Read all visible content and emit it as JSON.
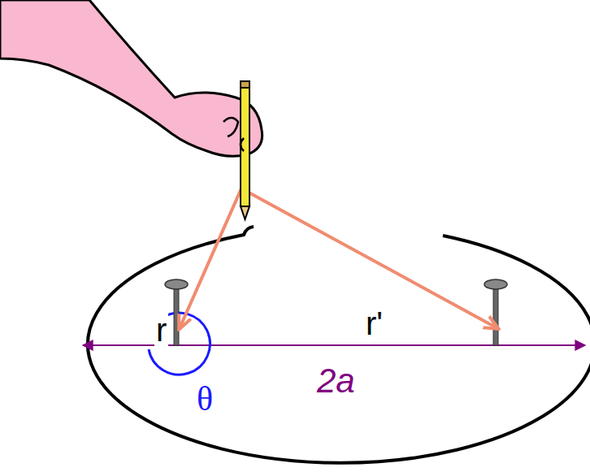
{
  "diagram": {
    "labels": [
      "r",
      "r'",
      "θ",
      "2a"
    ]
  }
}
